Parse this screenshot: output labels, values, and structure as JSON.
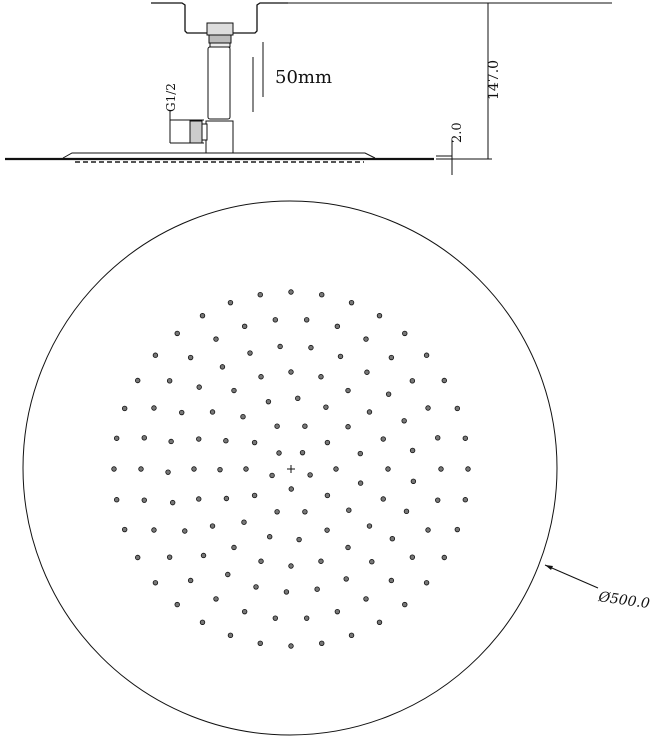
{
  "labels": {
    "extension": "50mm",
    "thread": "G1/2",
    "height": "147.0",
    "thickness": "2.0",
    "diameter": "Ø500.0"
  },
  "colors": {
    "line": "#111111",
    "nozzle": "#555555"
  }
}
